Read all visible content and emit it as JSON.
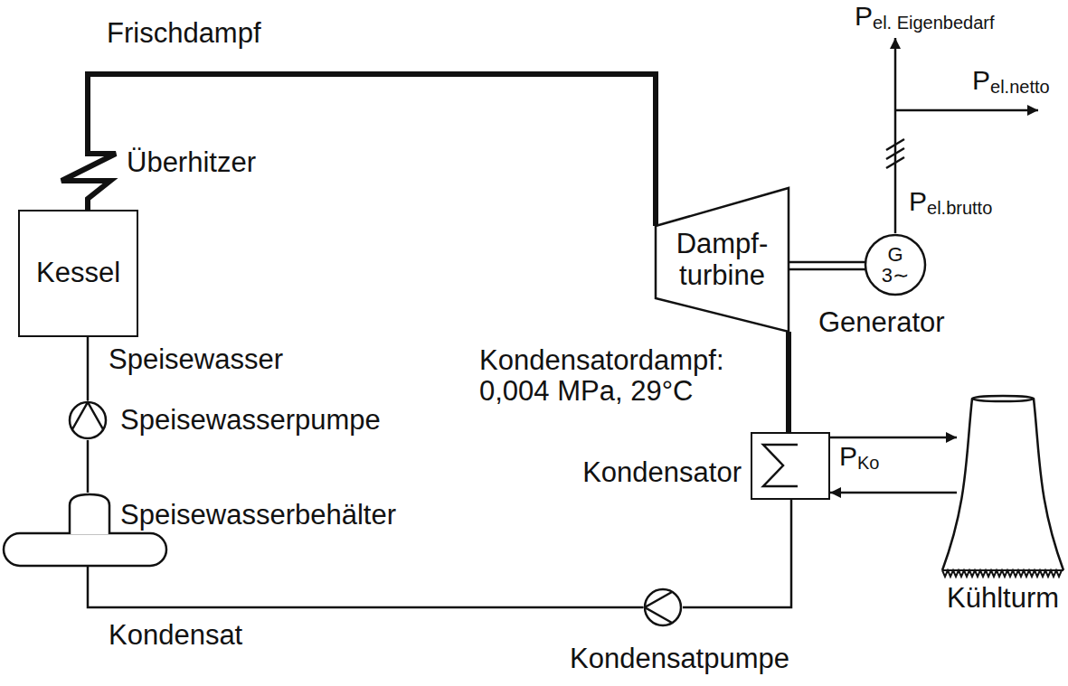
{
  "diagram": {
    "nodes": [
      {
        "text": [
          "Überhitzer"
        ]
      },
      {
        "text": [
          "Kessel"
        ]
      },
      {
        "text": [
          "Dampf- turbine"
        ]
      },
      {
        "text": [
          "G",
          "3∼",
          "Generator"
        ]
      },
      {
        "text": [
          "Speisewasserpumpe"
        ]
      },
      {
        "text": [
          "Kondensator"
        ]
      },
      {
        "text": [
          "Speisewasserbehälter"
        ]
      },
      {
        "text": [
          "Kühlturm"
        ]
      },
      {
        "text": [
          "Kondensatpumpe"
        ]
      }
    ],
    "edges": [
      {
        "from": 1,
        "to": 0,
        "arrow": "none"
      },
      {
        "from": 0,
        "to": 2,
        "label": "Frischdampf",
        "arrow": "none"
      },
      {
        "from": 2,
        "to": 3,
        "arrow": "none"
      },
      {
        "from": 2,
        "to": 5,
        "label": "Kondensatordampf: 0,004 MPa, 29°C",
        "arrow": "none"
      },
      {
        "from": 5,
        "to": 7,
        "arrow": "to"
      },
      {
        "from": 7,
        "to": 5,
        "arrow": "to"
      },
      {
        "from": 5,
        "to": 8,
        "arrow": "none"
      },
      {
        "from": 8,
        "to": 6,
        "label": "Kondensat",
        "arrow": "none"
      },
      {
        "from": 6,
        "to": 4,
        "arrow": "none"
      },
      {
        "from": 4,
        "to": 1,
        "label": "Speisewasser",
        "arrow": "none"
      }
    ],
    "labels": [
      "P",
      "el. Eigenbedarf",
      "P",
      "el.netto",
      "P",
      "el.brutto",
      "P",
      "Ko"
    ]
  }
}
